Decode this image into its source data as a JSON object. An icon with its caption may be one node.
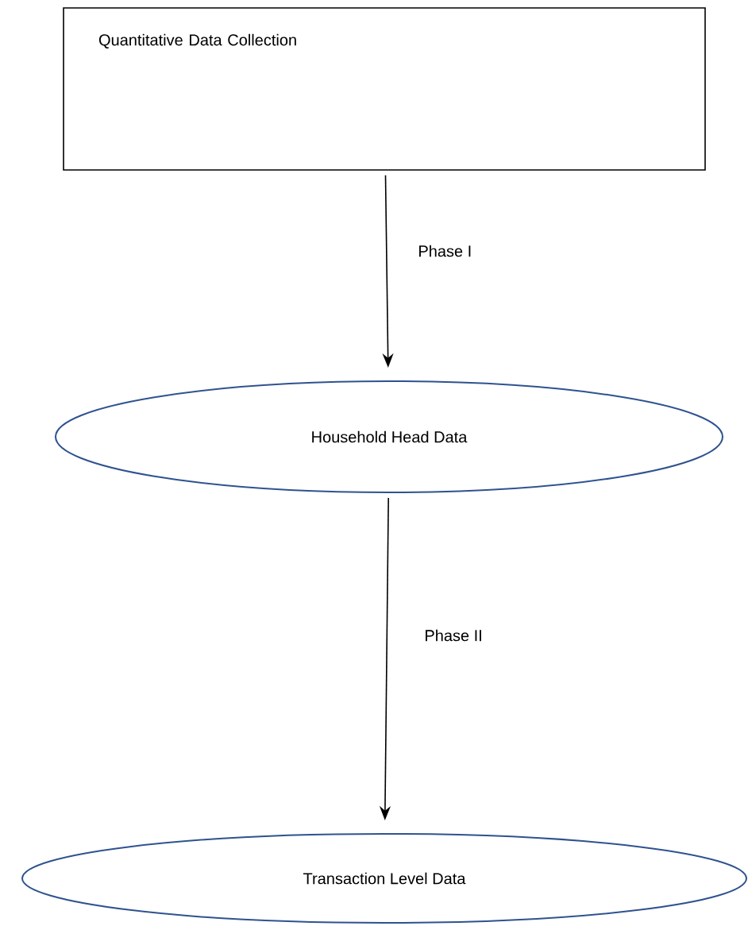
{
  "diagram": {
    "nodes": [
      {
        "text": [
          "Quantitative Data Collection"
        ]
      },
      {
        "text": [
          "Household Head Data"
        ]
      },
      {
        "text": [
          "Transaction Level Data"
        ]
      }
    ],
    "edges": [
      {
        "from": 0,
        "to": 1,
        "arrow": "to",
        "label": "Phase I"
      },
      {
        "from": 1,
        "to": 2,
        "arrow": "to",
        "label": "Phase II"
      }
    ]
  }
}
